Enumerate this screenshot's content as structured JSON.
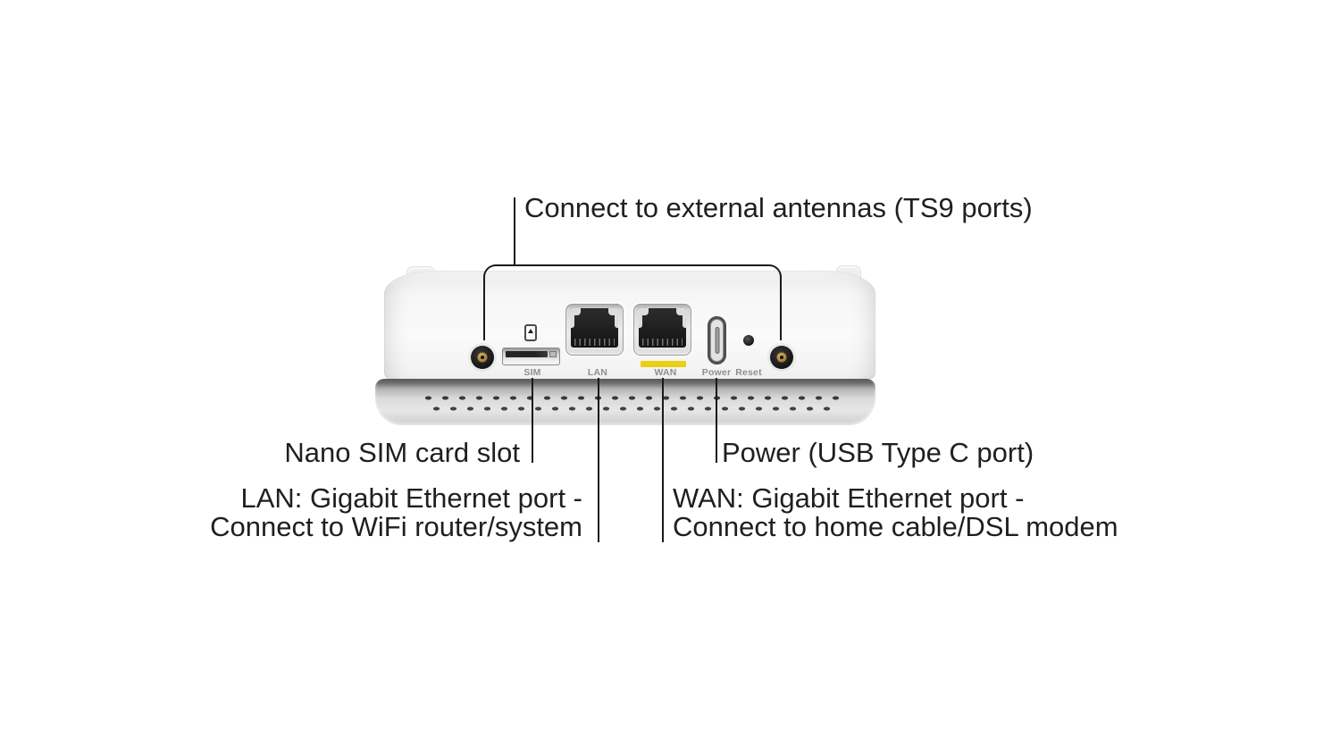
{
  "colors": {
    "background": "#ffffff",
    "callout_text": "#1f1f1f",
    "callout_line": "#1a1a1a",
    "device_label": "#8e8e8e",
    "wan_accent": "#e9d011",
    "ts9_gold": "#b5924c"
  },
  "callouts": {
    "antennas": "Connect to external antennas (TS9 ports)",
    "sim": "Nano SIM card slot",
    "power": "Power (USB Type C port)",
    "lan": [
      "LAN: Gigabit Ethernet port -",
      "Connect to WiFi router/system"
    ],
    "wan": [
      "WAN: Gigabit Ethernet port -",
      "Connect to home cable/DSL modem"
    ]
  },
  "device": {
    "port_labels": {
      "sim": "SIM",
      "lan": "LAN",
      "wan": "WAN",
      "power": "Power",
      "reset": "Reset"
    },
    "icons": {
      "sim_card": "sim-card-icon",
      "ts9_left": "ts9-antenna-port-icon",
      "ts9_right": "ts9-antenna-port-icon"
    }
  }
}
